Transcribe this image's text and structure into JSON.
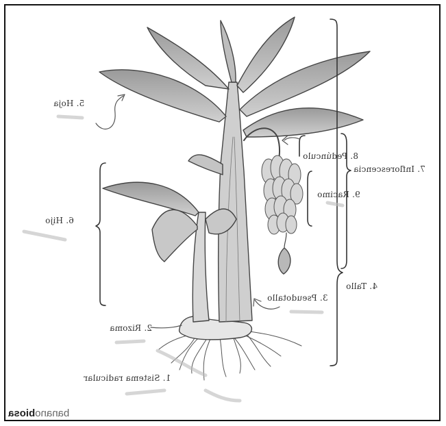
{
  "labels": {
    "raiz": "1. Sistema radicular",
    "rizoma": "2. Rizoma",
    "pseudotallo": "3. Pseudotallo",
    "tallo": "4. Tallo",
    "hoja": "5. Hoja",
    "hijo": "6. Hijo",
    "inflorescencia": "7. Inflorescencia",
    "pedunculo": "8. Pedúnculo",
    "racimo": "9. Racimo"
  },
  "logo": {
    "primary": "banano",
    "secondary": "biosa"
  }
}
